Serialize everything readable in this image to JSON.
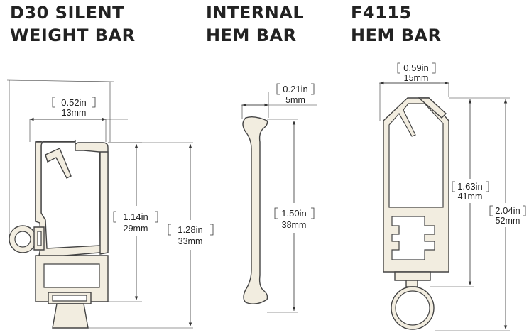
{
  "titles": [
    {
      "line1": "D30 SILENT",
      "line2": "WEIGHT BAR"
    },
    {
      "line1": "INTERNAL",
      "line2": "HEM BAR"
    },
    {
      "line1": "F4115",
      "line2": "HEM BAR"
    }
  ],
  "dimensions": {
    "d30_width": {
      "inch": "0.52in",
      "mm": "13mm"
    },
    "d30_inner_height": {
      "inch": "1.14in",
      "mm": "29mm"
    },
    "d30_total_height": {
      "inch": "1.28in",
      "mm": "33mm"
    },
    "internal_width": {
      "inch": "0.21in",
      "mm": "5mm"
    },
    "internal_height": {
      "inch": "1.50in",
      "mm": "38mm"
    },
    "f4115_width": {
      "inch": "0.59in",
      "mm": "15mm"
    },
    "f4115_inner_height": {
      "inch": "1.63in",
      "mm": "41mm"
    },
    "f4115_total_height": {
      "inch": "2.04in",
      "mm": "52mm"
    }
  },
  "colors": {
    "profile_fill": "#f2ede0",
    "outline": "#444444"
  }
}
